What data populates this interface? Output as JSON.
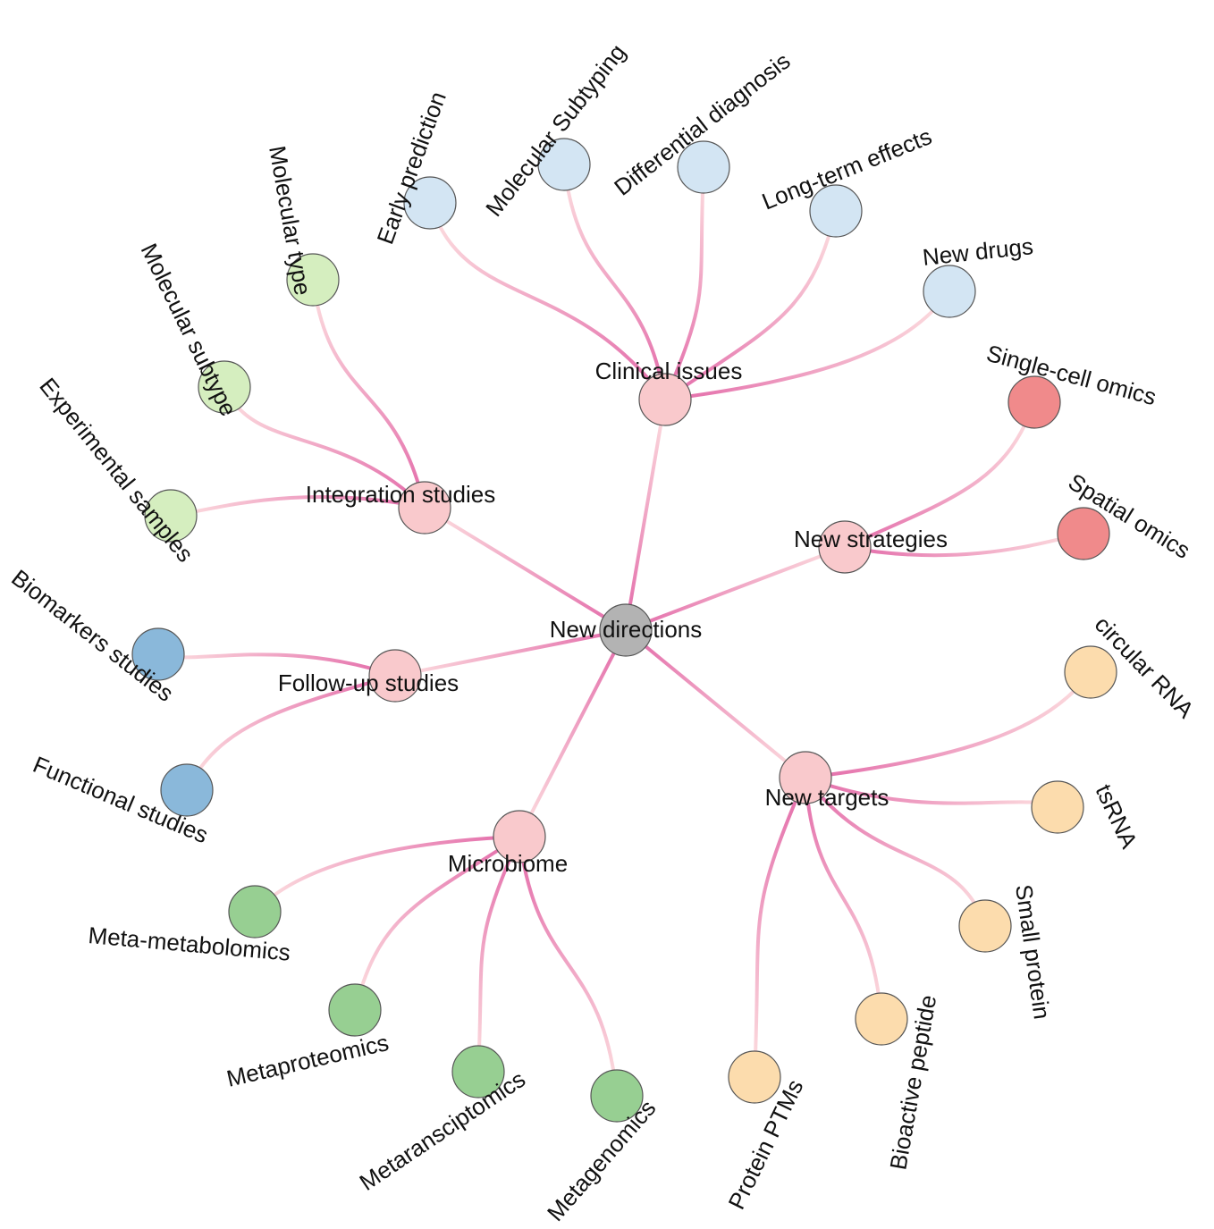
{
  "colors": {
    "center": "#b3b3b3",
    "category": "#f9c9cc",
    "clinical": "#d3e5f3",
    "integration": "#d5eebf",
    "followup": "#8ab8da",
    "strategies": "#f08a8b",
    "targets": "#fcdcad",
    "microbiome": "#97cf92",
    "edge_strong": "#e36aa9",
    "edge_faint": "#fde0e0"
  },
  "center": {
    "label": "New directions"
  },
  "categories": [
    {
      "id": "clinical",
      "label": "Clinical issues"
    },
    {
      "id": "integration",
      "label": "Integration studies"
    },
    {
      "id": "followup",
      "label": "Follow-up studies"
    },
    {
      "id": "strategies",
      "label": "New strategies"
    },
    {
      "id": "targets",
      "label": "New targets"
    },
    {
      "id": "microbiome",
      "label": "Microbiome"
    }
  ],
  "leaves": [
    {
      "label": "Early prediction",
      "parent": "clinical",
      "color": "#d3e5f3"
    },
    {
      "label": "Molecular Subtyping",
      "parent": "clinical",
      "color": "#d3e5f3"
    },
    {
      "label": "Differential diagnosis",
      "parent": "clinical",
      "color": "#d3e5f3"
    },
    {
      "label": "Long-term effects",
      "parent": "clinical",
      "color": "#d3e5f3"
    },
    {
      "label": "New drugs",
      "parent": "clinical",
      "color": "#d3e5f3"
    },
    {
      "label": "Molecular type",
      "parent": "integration",
      "color": "#d5eebf"
    },
    {
      "label": "Molecular subtype",
      "parent": "integration",
      "color": "#d5eebf"
    },
    {
      "label": "Experimental samples",
      "parent": "integration",
      "color": "#d5eebf"
    },
    {
      "label": "Biomarkers studies",
      "parent": "followup",
      "color": "#8ab8da"
    },
    {
      "label": "Functional studies",
      "parent": "followup",
      "color": "#8ab8da"
    },
    {
      "label": "Single-cell omics",
      "parent": "strategies",
      "color": "#f08a8b"
    },
    {
      "label": "Spatial omics",
      "parent": "strategies",
      "color": "#f08a8b"
    },
    {
      "label": "circular RNA",
      "parent": "targets",
      "color": "#fcdcad"
    },
    {
      "label": "tsRNA",
      "parent": "targets",
      "color": "#fcdcad"
    },
    {
      "label": "Small protein",
      "parent": "targets",
      "color": "#fcdcad"
    },
    {
      "label": "Bioactive peptide",
      "parent": "targets",
      "color": "#fcdcad"
    },
    {
      "label": "Protein PTMs",
      "parent": "targets",
      "color": "#fcdcad"
    },
    {
      "label": "Meta-metabolomics",
      "parent": "microbiome",
      "color": "#97cf92"
    },
    {
      "label": "Metaproteomics",
      "parent": "microbiome",
      "color": "#97cf92"
    },
    {
      "label": "Metaransciptomics",
      "parent": "microbiome",
      "color": "#97cf92"
    },
    {
      "label": "Metagenomics",
      "parent": "microbiome",
      "color": "#97cf92"
    }
  ]
}
